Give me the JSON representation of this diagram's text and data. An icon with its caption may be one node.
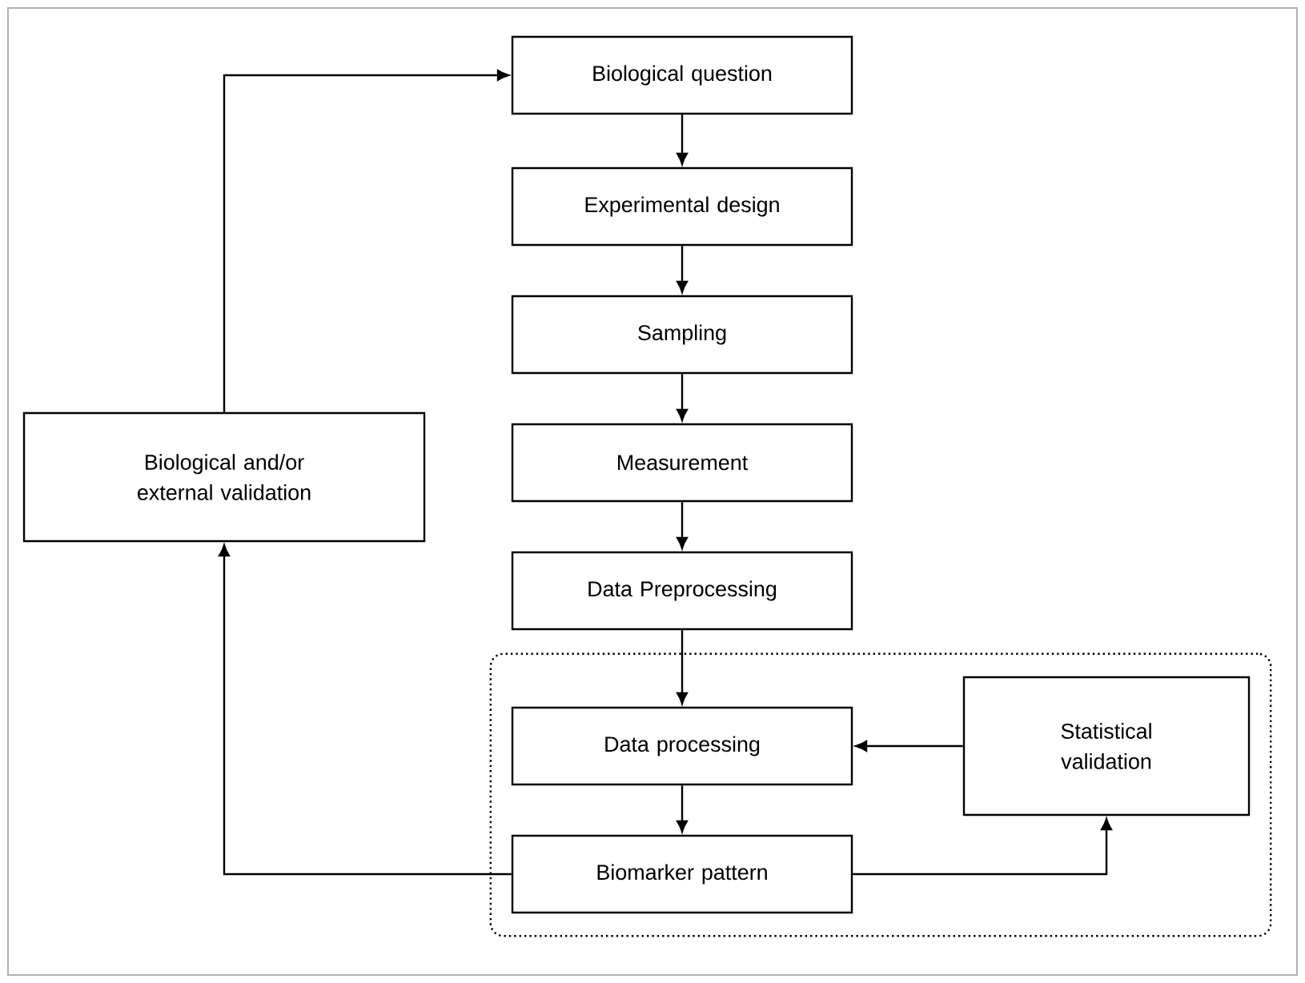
{
  "diagram": {
    "nodes": [
      {
        "text": [
          "Biological question"
        ]
      },
      {
        "text": [
          "Experimental design"
        ]
      },
      {
        "text": [
          "Sampling"
        ]
      },
      {
        "text": [
          "Measurement"
        ]
      },
      {
        "text": [
          "Data Preprocessing"
        ]
      },
      {
        "text": [],
        "shape": "box"
      },
      {
        "text": [
          "Data processing"
        ],
        "in": 5
      },
      {
        "text": [
          "Biomarker pattern"
        ],
        "in": 5
      },
      {
        "text": [
          "Statistical validation"
        ],
        "in": 5
      },
      {
        "text": [
          "Biological and/or external validation"
        ]
      }
    ],
    "edges": [
      {
        "from": 0,
        "to": 1,
        "arrow": "to"
      },
      {
        "from": 1,
        "to": 2,
        "arrow": "to"
      },
      {
        "from": 2,
        "to": 3,
        "arrow": "to"
      },
      {
        "from": 3,
        "to": 4,
        "arrow": "to"
      },
      {
        "from": 4,
        "to": 6,
        "arrow": "to"
      },
      {
        "from": 6,
        "to": 7,
        "arrow": "to"
      },
      {
        "from": 7,
        "to": 8,
        "arrow": "to"
      },
      {
        "from": 8,
        "to": 6,
        "arrow": "to"
      },
      {
        "from": 7,
        "to": 9,
        "arrow": "to"
      },
      {
        "from": 9,
        "to": 0,
        "arrow": "to"
      }
    ]
  }
}
